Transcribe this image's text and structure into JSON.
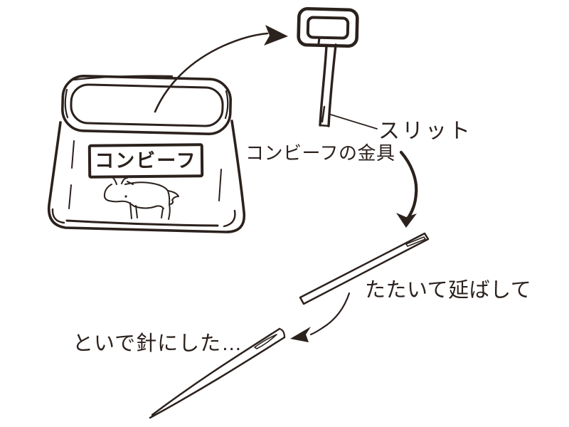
{
  "colors": {
    "ink": "#2b211d",
    "background": "#ffffff"
  },
  "can": {
    "label": "コンビーフ"
  },
  "annotations": {
    "slit": "スリット",
    "fitting": "コンビーフの金具",
    "flatten": "たたいて延ばして",
    "needle": "といで針にした…"
  }
}
